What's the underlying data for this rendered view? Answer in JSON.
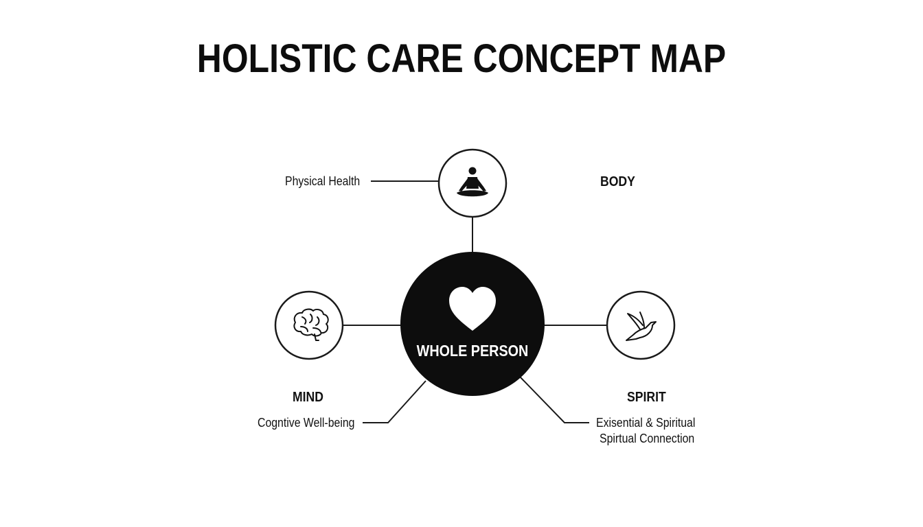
{
  "title": "HOLISTIC CARE CONCEPT MAP",
  "center": {
    "label": "WHOLE PERSON",
    "icon": "heart-icon"
  },
  "nodes": {
    "body": {
      "heading": "BODY",
      "description": "Physical Health",
      "icon": "meditation-icon"
    },
    "mind": {
      "heading": "MIND",
      "description": "Cogntive Well-being",
      "icon": "brain-icon"
    },
    "spirit": {
      "heading": "SPIRIT",
      "description_line1": "Exisential & Spiritual",
      "description_line2": "Spirtual Connection",
      "icon": "dove-icon"
    }
  },
  "colors": {
    "ink": "#0d0d0d",
    "background": "#ffffff",
    "center_fill": "#0d0d0d",
    "center_text": "#ffffff"
  }
}
